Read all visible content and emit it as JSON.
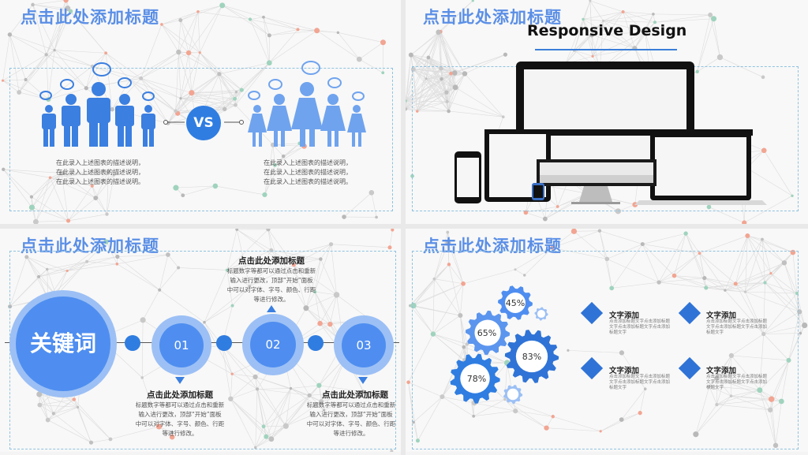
{
  "slides": {
    "s1": {
      "title": "点击此处添加标题",
      "vs": "VS",
      "left_desc": [
        "在此录入上述图表的描述说明，",
        "在此录入上述图表的描述说明，",
        "在此录入上述图表的描述说明。"
      ],
      "right_desc": [
        "在此录入上述图表的描述说明，",
        "在此录入上述图表的描述说明，",
        "在此录入上述图表的描述说明。"
      ]
    },
    "s2": {
      "title": "点击此处添加标题",
      "heading": "Responsive Design"
    },
    "s3": {
      "title": "点击此处添加标题",
      "keyword": "关键词",
      "steps": [
        {
          "num": "01",
          "title": "点击此处添加标题",
          "desc": [
            "标题数字等都可以通过点击和重新",
            "输入进行更改，顶部“开始”面板",
            "中可以对字体、字号、颜色、行距",
            "等进行修改。"
          ]
        },
        {
          "num": "02",
          "title": "点击此处添加标题",
          "desc": [
            "标题数字等都可以通过点击和重新",
            "输入进行更改，顶部“开始”面板",
            "中可以对字体、字号、颜色、行距",
            "等进行修改。"
          ]
        },
        {
          "num": "03",
          "title": "点击此处添加标题",
          "desc": [
            "标题数字等都可以通过点击和重新",
            "输入进行更改，顶部“开始”面板",
            "中可以对字体、字号、颜色、行距",
            "等进行修改。"
          ]
        }
      ]
    },
    "s4": {
      "title": "点击此处添加标题",
      "gears": [
        {
          "label": "45%",
          "value": 45
        },
        {
          "label": "65%",
          "value": 65
        },
        {
          "label": "83%",
          "value": 83
        },
        {
          "label": "78%",
          "value": 78
        }
      ],
      "features": [
        {
          "title": "文字添加",
          "desc": [
            "点击添加标题文字点击添加标题",
            "文字点击添加标题文字点击添加",
            "标题文字"
          ]
        },
        {
          "title": "文字添加",
          "desc": [
            "点击添加标题文字点击添加标题",
            "文字点击添加标题文字点击添加",
            "标题文字"
          ]
        },
        {
          "title": "文字添加",
          "desc": [
            "点击添加标题文字点击添加标题",
            "文字点击添加标题文字点击添加",
            "标题文字"
          ]
        },
        {
          "title": "文字添加",
          "desc": [
            "点击添加标题文字点击添加标题",
            "文字点击添加标题文字点击添加",
            "标题文字"
          ]
        }
      ]
    }
  },
  "colors": {
    "accent": "#2f7de1",
    "title": "#5b8fe6",
    "light": "#6fa3ee"
  },
  "icons": [
    "people-icon",
    "speech-bubble-icon",
    "monitor-icon",
    "tablet-icon",
    "phone-icon",
    "gear-icon",
    "diamond-icon",
    "triangle-marker-icon"
  ]
}
